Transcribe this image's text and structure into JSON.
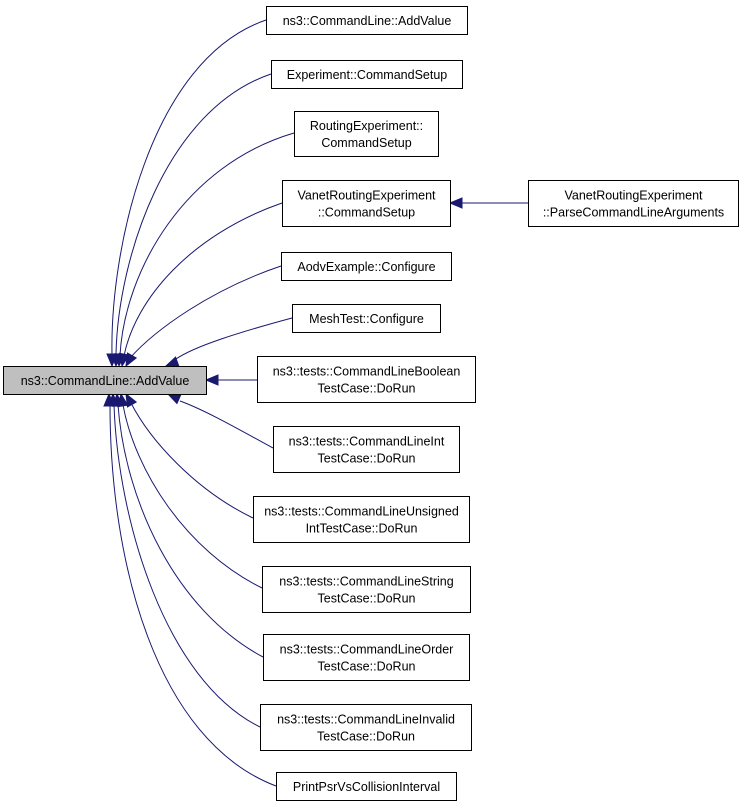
{
  "diagram": {
    "root": {
      "id": "root",
      "lines": [
        "ns3::CommandLine::AddValue"
      ]
    },
    "callers": [
      {
        "id": "n1",
        "lines": [
          "ns3::CommandLine::AddValue"
        ]
      },
      {
        "id": "n2",
        "lines": [
          "Experiment::CommandSetup"
        ]
      },
      {
        "id": "n3",
        "lines": [
          "RoutingExperiment::",
          "CommandSetup"
        ]
      },
      {
        "id": "n4",
        "lines": [
          "VanetRoutingExperiment",
          "::CommandSetup"
        ]
      },
      {
        "id": "n5",
        "lines": [
          "AodvExample::Configure"
        ]
      },
      {
        "id": "n6",
        "lines": [
          "MeshTest::Configure"
        ]
      },
      {
        "id": "n7",
        "lines": [
          "ns3::tests::CommandLineBoolean",
          "TestCase::DoRun"
        ]
      },
      {
        "id": "n8",
        "lines": [
          "ns3::tests::CommandLineInt",
          "TestCase::DoRun"
        ]
      },
      {
        "id": "n9",
        "lines": [
          "ns3::tests::CommandLineUnsigned",
          "IntTestCase::DoRun"
        ]
      },
      {
        "id": "n10",
        "lines": [
          "ns3::tests::CommandLineString",
          "TestCase::DoRun"
        ]
      },
      {
        "id": "n11",
        "lines": [
          "ns3::tests::CommandLineOrder",
          "TestCase::DoRun"
        ]
      },
      {
        "id": "n12",
        "lines": [
          "ns3::tests::CommandLineInvalid",
          "TestCase::DoRun"
        ]
      },
      {
        "id": "n13",
        "lines": [
          "PrintPsrVsCollisionInterval"
        ]
      }
    ],
    "secondary": [
      {
        "id": "n14",
        "lines": [
          "VanetRoutingExperiment",
          "::ParseCommandLineArguments"
        ]
      }
    ],
    "edges": [
      {
        "from": "n1",
        "to": "root"
      },
      {
        "from": "n2",
        "to": "root"
      },
      {
        "from": "n3",
        "to": "root"
      },
      {
        "from": "n4",
        "to": "root"
      },
      {
        "from": "n5",
        "to": "root"
      },
      {
        "from": "n6",
        "to": "root"
      },
      {
        "from": "n7",
        "to": "root"
      },
      {
        "from": "n8",
        "to": "root"
      },
      {
        "from": "n9",
        "to": "root"
      },
      {
        "from": "n10",
        "to": "root"
      },
      {
        "from": "n11",
        "to": "root"
      },
      {
        "from": "n12",
        "to": "root"
      },
      {
        "from": "n13",
        "to": "root"
      },
      {
        "from": "n14",
        "to": "n4"
      }
    ],
    "colors": {
      "edge": "#191970",
      "root_fill": "#bfbfbf",
      "node_fill": "#ffffff",
      "node_border": "#000000"
    }
  }
}
